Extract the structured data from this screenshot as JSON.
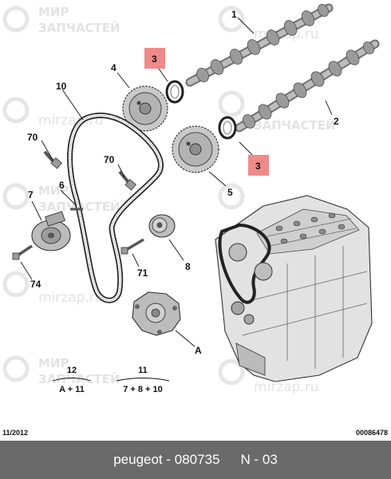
{
  "watermark": {
    "brand_line1": "МИР",
    "brand_line2": "ЗАПЧАСТЕЙ",
    "domain": "mirzap.ru"
  },
  "callouts": {
    "c1": "1",
    "c2": "2",
    "c3a": "3",
    "c3b": "3",
    "c4": "4",
    "c5": "5",
    "c6": "6",
    "c7": "7",
    "c8": "8",
    "c10": "10",
    "c70a": "70",
    "c70b": "70",
    "c71": "71",
    "c74": "74",
    "cA": "A"
  },
  "kits": [
    {
      "number": "12",
      "contents": "A + 11"
    },
    {
      "number": "11",
      "contents": "7 + 8 + 10"
    }
  ],
  "highlight_color": "#f08a8a",
  "footer": {
    "date": "11/2012",
    "ref": "00086478",
    "brand_part": "peugeot - 080735",
    "page": "N - 03"
  }
}
